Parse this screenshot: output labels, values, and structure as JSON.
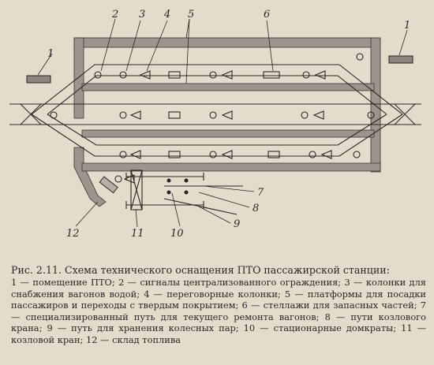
{
  "diagram": {
    "callouts": [
      "1",
      "2",
      "3",
      "4",
      "5",
      "6",
      "7",
      "8",
      "9",
      "10",
      "11",
      "12"
    ]
  },
  "caption": {
    "title": "Рис. 2.11. Схема технического оснащения ПТО пассажирской станции:",
    "legend": "1 — помещение ПТО; 2 — сигналы централизованного ограждения; 3 — колонки для снабжения вагонов водой; 4 — переговорные колонки; 5 — платформы для посадки пассажиров и переходы с твердым покрытием; 6 — стеллажи для запасных частей; 7 — специализированный путь для текущего ремонта вагонов; 8 — пути козлового крана; 9 — путь для хранения колесных пар; 10 — стационарные домкраты; 11 — козловой кран; 12 — склад топлива"
  }
}
